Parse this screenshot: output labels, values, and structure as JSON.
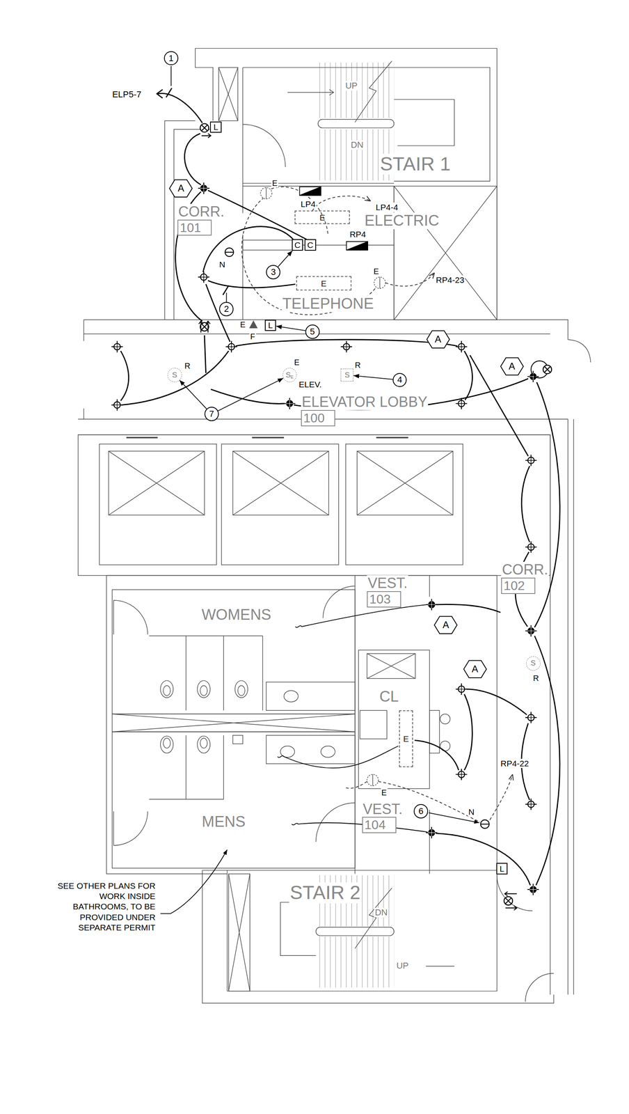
{
  "diagram": {
    "nodes": [
      {
        "text": [
          "1"
        ]
      },
      {
        "text": [
          "L"
        ]
      },
      {
        "text": [
          "A"
        ]
      },
      {
        "text": [
          "CORR.",
          "101"
        ]
      },
      {
        "text": [
          "E"
        ]
      },
      {
        "text": [
          "C"
        ]
      },
      {
        "text": [
          "C"
        ]
      },
      {
        "text": [
          "3"
        ]
      },
      {
        "text": [
          "E"
        ]
      },
      {
        "text": [
          "2"
        ]
      },
      {
        "text": [
          "L"
        ]
      },
      {
        "text": [
          "5"
        ]
      },
      {
        "text": [
          "A"
        ]
      },
      {
        "text": [
          "A"
        ]
      },
      {
        "text": [
          "S"
        ]
      },
      {
        "text": [
          "S",
          "E"
        ]
      },
      {
        "text": [
          "S"
        ]
      },
      {
        "text": [
          "4"
        ]
      },
      {
        "text": [
          "7"
        ]
      },
      {
        "text": [
          "ELEVATOR LOBBY",
          "100"
        ]
      },
      {
        "text": [
          "CORR.",
          "102"
        ]
      },
      {
        "text": [
          "VEST.",
          "103"
        ]
      },
      {
        "text": [
          "A"
        ]
      },
      {
        "text": [
          "A"
        ]
      },
      {
        "text": [
          "S"
        ]
      },
      {
        "text": [
          "E"
        ]
      },
      {
        "text": [
          "VEST.",
          "104"
        ]
      },
      {
        "text": [
          "6"
        ]
      },
      {
        "text": [
          "L"
        ]
      }
    ],
    "edges": [
      {
        "from": 7,
        "to": 5,
        "arrow": "to"
      },
      {
        "from": 11,
        "to": 10,
        "arrow": "to"
      },
      {
        "from": 17,
        "to": 16,
        "arrow": "to"
      },
      {
        "from": 18,
        "to": 14,
        "arrow": "to"
      },
      {
        "from": 18,
        "to": 15,
        "arrow": "to"
      }
    ],
    "labels": [
      "ELP5-7",
      "UP",
      "DN",
      "STAIR 1",
      "E",
      "LP4",
      "LP4-4",
      "ELECTRIC",
      "RP4",
      "N",
      "E",
      "RP4-23",
      "TELEPHONE",
      "E",
      "F",
      "R",
      "E",
      "ELEV.",
      "R",
      "WOMENS",
      "CL",
      "R",
      "E",
      "RP4-22",
      "N",
      "MENS",
      "STAIR 2",
      "DN",
      "UP",
      "SEE OTHER PLANS FOR WORK INSIDE BATHROOMS, TO BE PROVIDED UNDER SEPARATE PERMIT"
    ]
  }
}
